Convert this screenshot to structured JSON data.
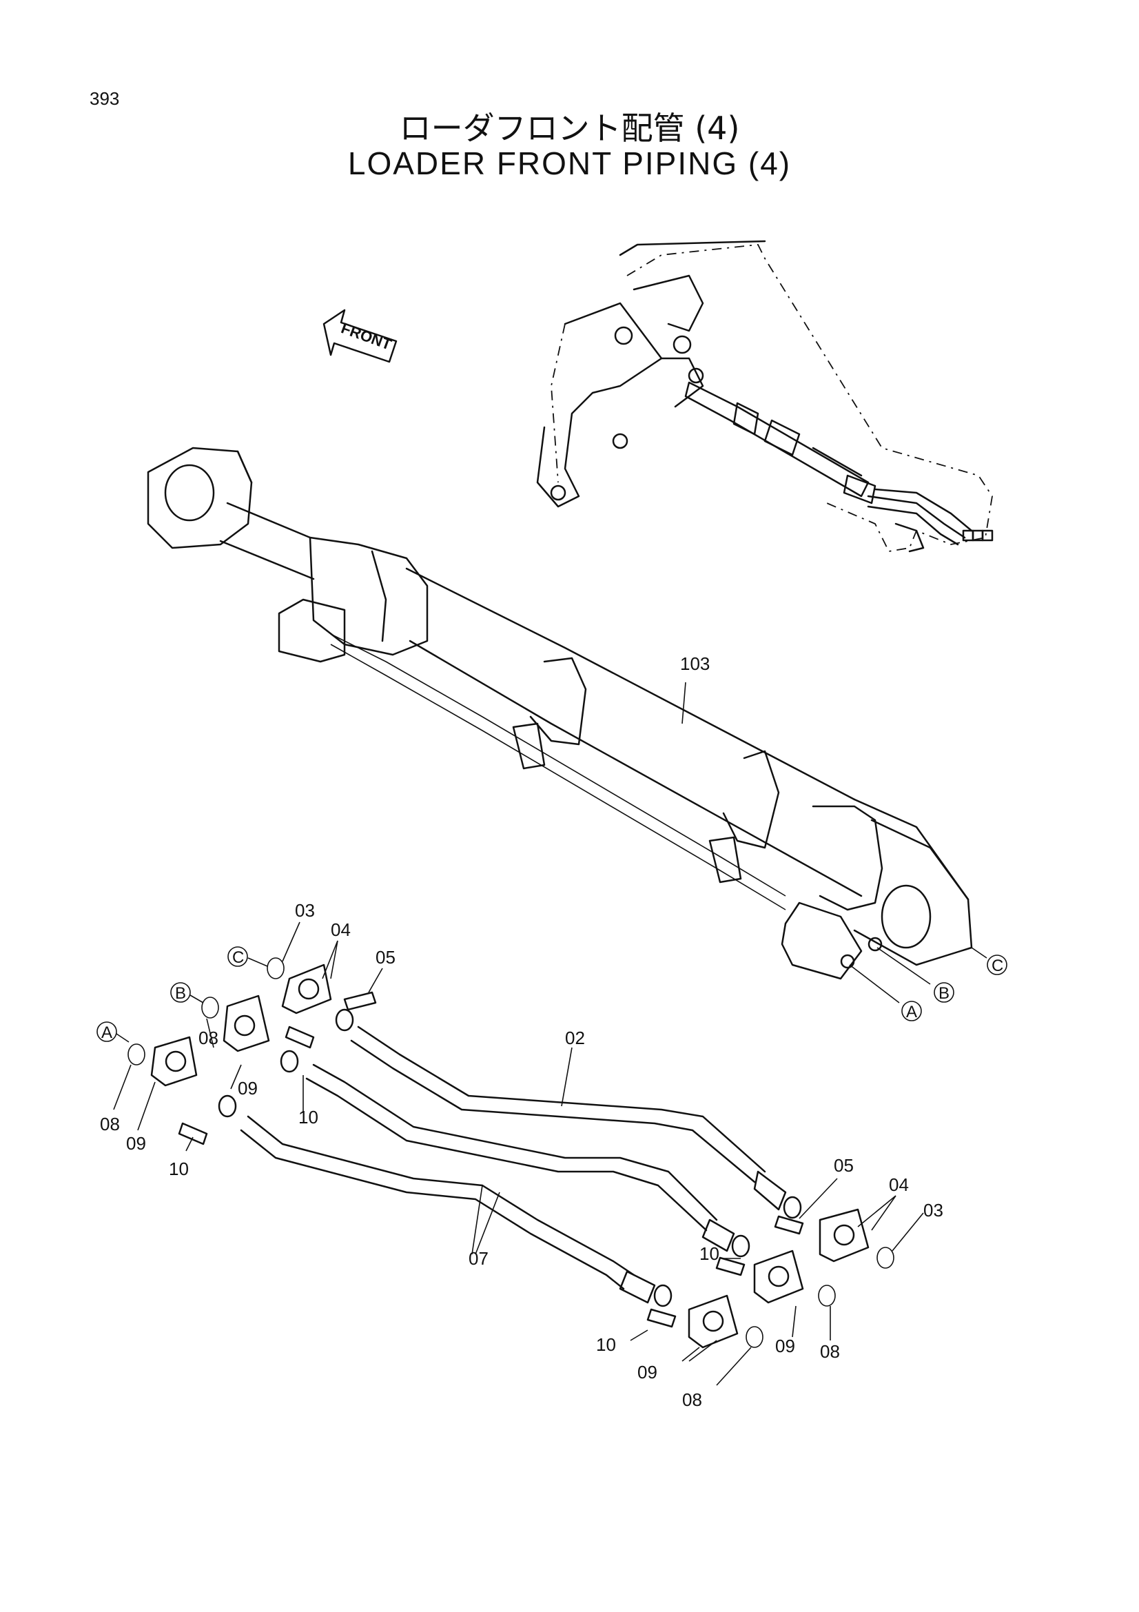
{
  "page_number": "393",
  "title_jp": "ローダフロント配管 (4)",
  "title_en": "LOADER FRONT PIPING (4)",
  "front_label": "FRONT",
  "refs": {
    "a": "A",
    "b": "B",
    "c": "C"
  },
  "parts": {
    "p02": "02",
    "p03": "03",
    "p04": "04",
    "p05": "05",
    "p07": "07",
    "p08": "08",
    "p09": "09",
    "p10": "10",
    "p103": "103"
  }
}
